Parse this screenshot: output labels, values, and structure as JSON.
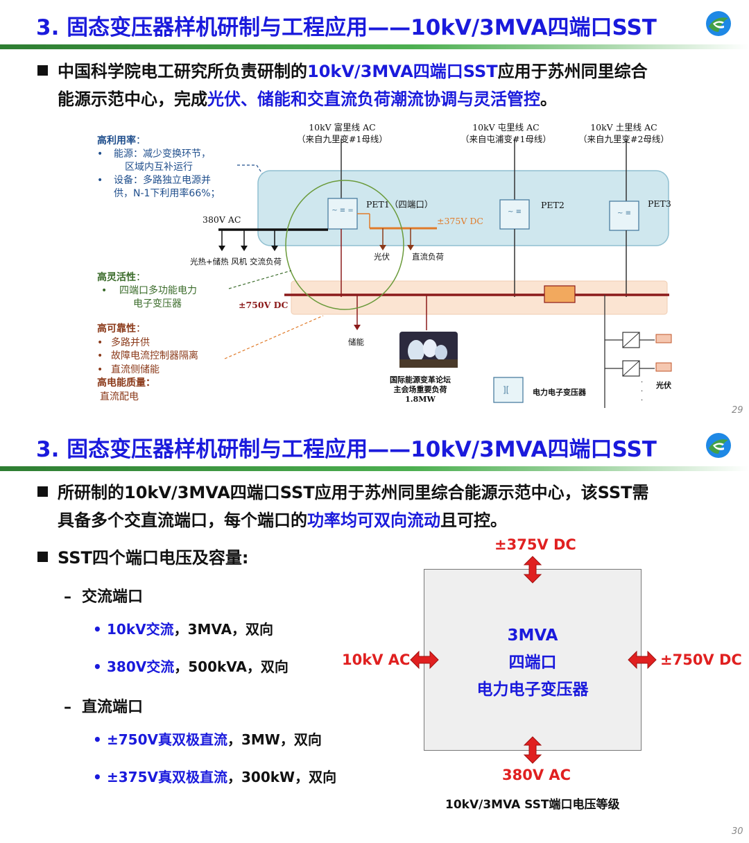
{
  "slide1": {
    "title": "3. 固态变压器样机研制与工程应用——10kV/3MVA四端口SST",
    "bullet_pre": "中国科学院电工研究所负责研制的",
    "bullet_hl1": "10kV/3MVA四端口SST",
    "bullet_mid": "应用于苏州同里综合",
    "bullet_line2_pre": "能源示范中心，完成",
    "bullet_hl2": "光伏、储能和交直流负荷潮流协调与灵活管控",
    "bullet_end": "。",
    "left_notes": {
      "high_util_title": "高利用率",
      "colon": "：",
      "util_1a": "能源：减少变换环节，",
      "util_1b": "区域内互补运行",
      "util_2a": "设备：多路独立电源并",
      "util_2b": "供，N-1下利用率66%；",
      "flex_title": "高灵活性",
      "flex_1a": "四端口多功能电力",
      "flex_1b": "电子变压器",
      "rel_title": "高可靠性",
      "rel_1": "多路并供",
      "rel_2": "故障电流控制器隔离",
      "rel_3": "直流侧储能",
      "pq_title": "高电能质量：",
      "pq_1": "直流配电",
      "bullet_dot": "•"
    },
    "diagram": {
      "feeder1_a": "10kV 富里线 AC",
      "feeder1_b": "（来自九里变#1母线）",
      "feeder2_a": "10kV 屯里线 AC",
      "feeder2_b": "（来自屯浦变#1母线）",
      "feeder3_a": "10kV 土里线 AC",
      "feeder3_b": "（来自九里变#2母线）",
      "pet1": "PET1（四端口）",
      "pet2": "PET2",
      "pet3": "PET3",
      "dc375": "±375V DC",
      "ac380": "380V AC",
      "dc750": "±750V DC",
      "loads_ac": "光热+储热  风机  交流负荷",
      "pv": "光伏",
      "dc_load": "直流负荷",
      "storage": "储能",
      "forum_1": "国际能源变革论坛",
      "forum_2": "主会场重要负荷",
      "forum_3": "1.8MW",
      "pe_transformer": "电力电子变压器",
      "pv_right": "光伏",
      "transformer_glyph": "]["
    },
    "page": "29"
  },
  "slide2": {
    "title": "3. 固态变压器样机研制与工程应用——10kV/3MVA四端口SST",
    "bullet1_pre": "所研制的10kV/3MVA四端口SST应用于苏州同里综合能源示范中心，该SST需",
    "bullet1_line2_pre": "具备多个交直流端口，每个端口的",
    "bullet1_hl": "功率均可双向流动",
    "bullet1_end": "且可控。",
    "bullet2": "SST四个端口电压及容量:",
    "ac_ports": "交流端口",
    "dc_ports": "直流端口",
    "dash": "–",
    "dot": "•",
    "items": [
      {
        "hl": "10kV交流",
        "rest": "，3MVA，双向"
      },
      {
        "hl": "380V交流",
        "rest": "，500kVA，双向"
      },
      {
        "hl": "±750V真双极直流",
        "rest": "，3MW，双向"
      },
      {
        "hl": "±375V真双极直流",
        "rest": "，300kW，双向"
      }
    ],
    "box_line1": "3MVA",
    "box_line2": "四端口",
    "box_line3": "电力电子变压器",
    "port_top": "±375V DC",
    "port_left": "10kV AC",
    "port_right": "±750V DC",
    "port_bottom": "380V AC",
    "caption": "10kV/3MVA SST端口电压等级",
    "page": "30"
  },
  "colors": {
    "title_blue": "#1a1adc",
    "highlight_blue": "#1a1adc",
    "port_red": "#e02020",
    "rule_green": "#2e7d32",
    "brown": "#8b3a1a"
  }
}
